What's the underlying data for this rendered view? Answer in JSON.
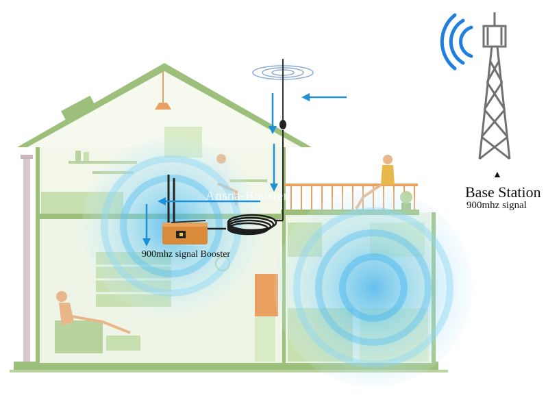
{
  "labels": {
    "base_station_title": "Base Station",
    "base_station_subtitle": "900mhz signal",
    "booster_label": "900mhz signal Booster",
    "watermark": "Ansna-Booster",
    "pointer_glyph": "▲"
  },
  "colors": {
    "house": "#9cbf7b",
    "house_fill": "#eef5e6",
    "signal_ring": "#7fd3f2",
    "signal_arrow": "#1e90d6",
    "booster_body": "#d98a3a",
    "tower": "#707070",
    "tower_waves": "#1e7fe0"
  },
  "icons": [
    "cell-tower-icon",
    "outdoor-antenna-icon",
    "signal-booster-icon",
    "indoor-antenna-icon",
    "signal-arrow-icon"
  ]
}
